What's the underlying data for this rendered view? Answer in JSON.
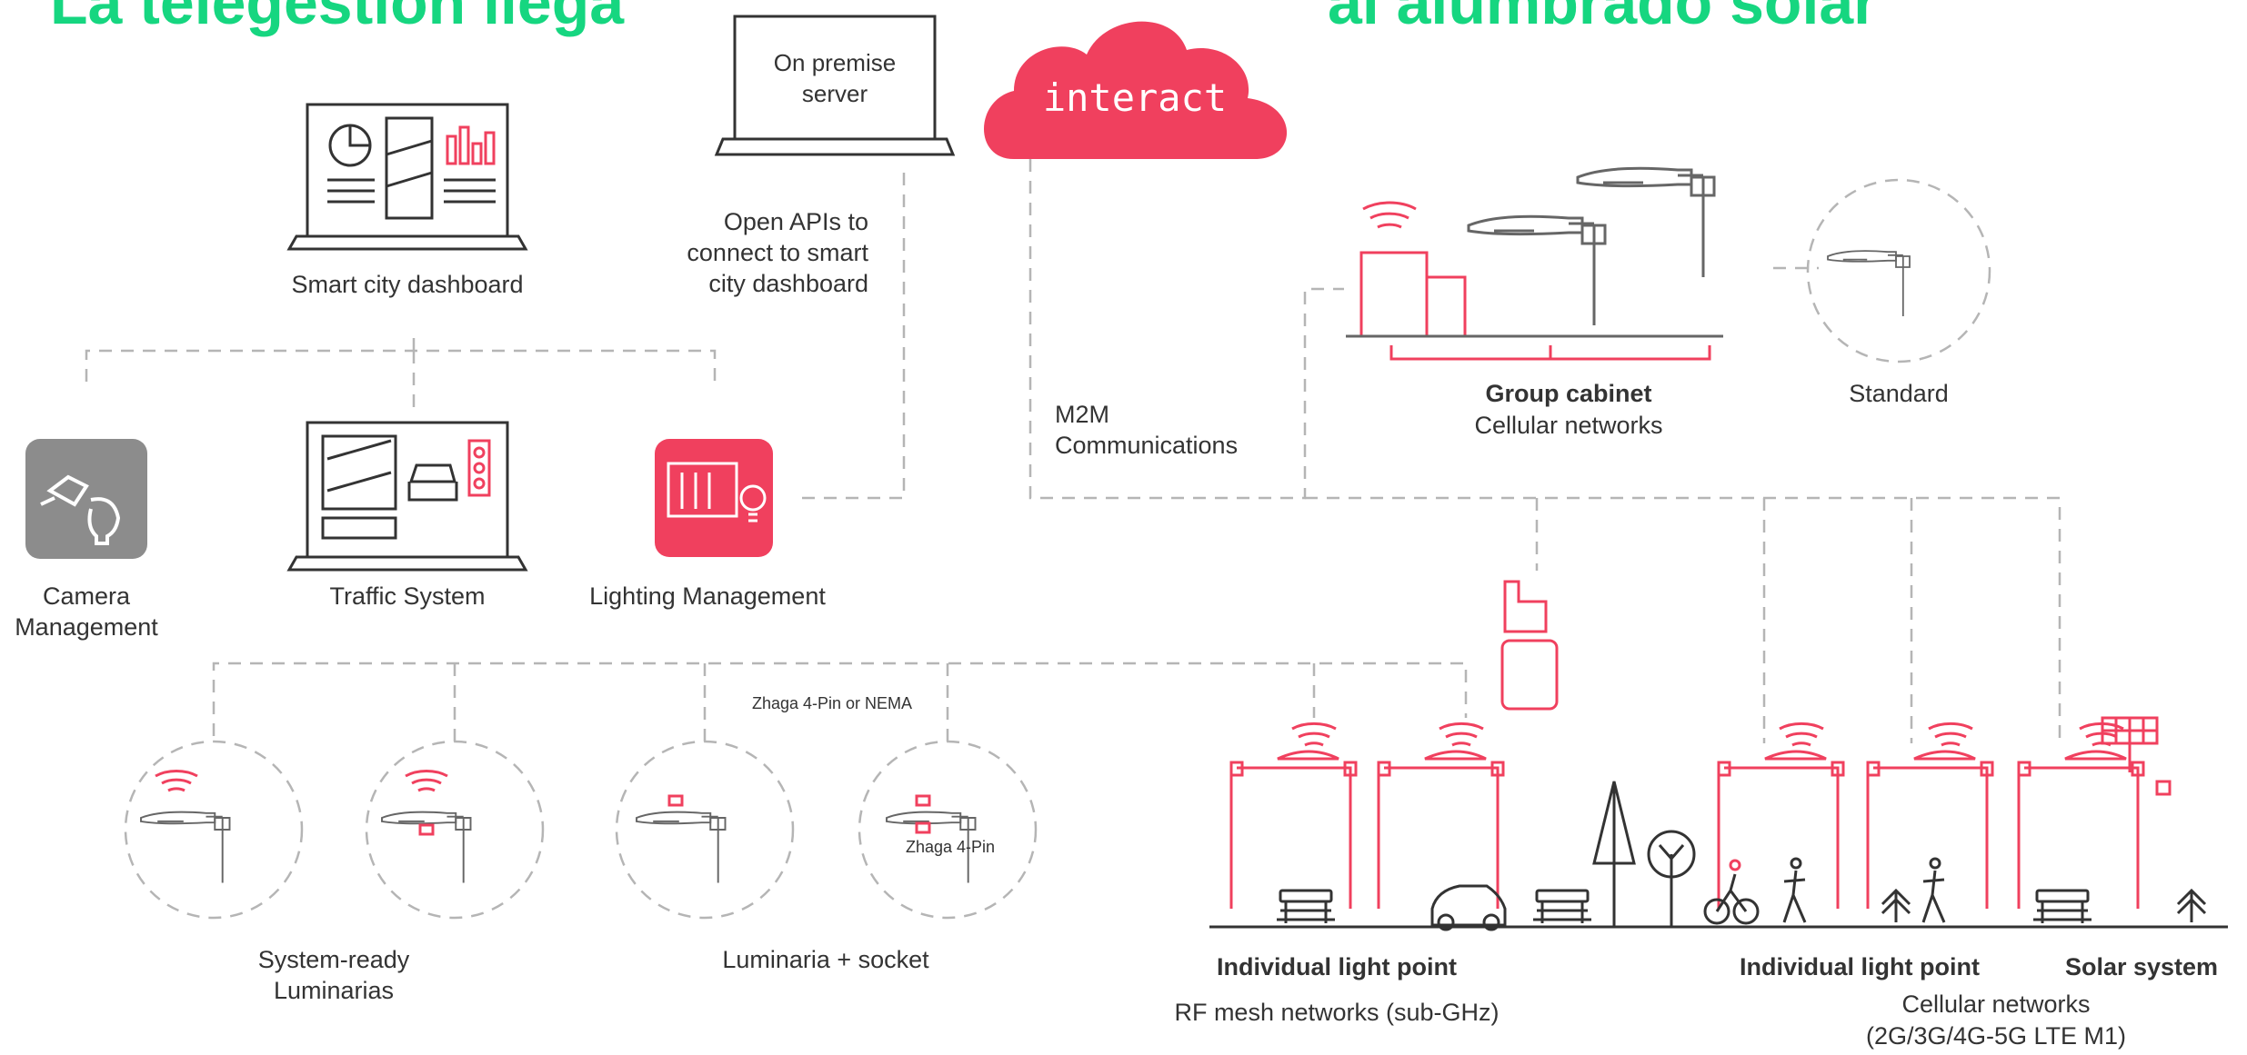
{
  "title": {
    "left": "La telegestión llega",
    "right": "al alumbrado solar"
  },
  "cloud": {
    "label": "interact"
  },
  "server": {
    "label_line1": "On premise",
    "label_line2": "server"
  },
  "apis": {
    "line1": "Open APIs to",
    "line2": "connect to smart",
    "line3": "city dashboard"
  },
  "m2m": {
    "line1": "M2M",
    "line2": "Communications"
  },
  "dashboard": {
    "label": "Smart city dashboard"
  },
  "apps": {
    "camera": {
      "line1": "Camera",
      "line2": "Management"
    },
    "traffic": {
      "label": "Traffic System"
    },
    "lighting": {
      "label": "Lighting Management"
    }
  },
  "group_cabinet": {
    "title": "Group cabinet",
    "subtitle": "Cellular networks"
  },
  "standard": {
    "label": "Standard"
  },
  "luminaires": {
    "socket_label": "Zhaga 4-Pin or NEMA",
    "pin_label": "Zhaga 4-Pin",
    "system_ready": {
      "line1": "System-ready",
      "line2": "Luminarias"
    },
    "socket": {
      "label": "Luminaria + socket"
    }
  },
  "street": {
    "rf": {
      "title": "Individual light point",
      "subtitle": "RF mesh networks (sub-GHz)"
    },
    "cellular": {
      "title": "Individual light point",
      "subtitle_line1": "Cellular networks",
      "subtitle_line2": "(2G/3G/4G-5G LTE M1)"
    },
    "solar": {
      "title": "Solar system"
    }
  },
  "colors": {
    "accent": "#f0405e",
    "title": "#16d680",
    "line": "#b5b5b5",
    "text": "#333333",
    "camera_tile": "#8c8c8c"
  }
}
